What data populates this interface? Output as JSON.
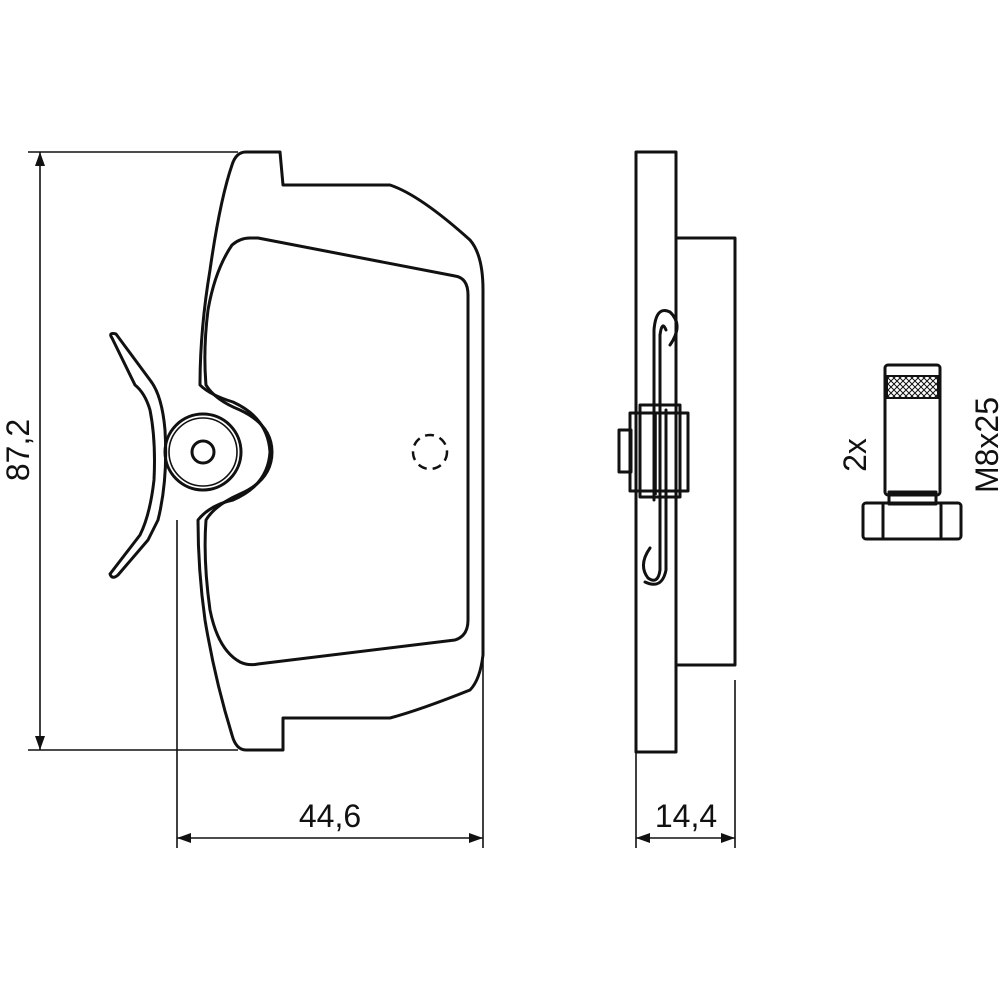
{
  "dimensions": {
    "height": "87,2",
    "width": "44,6",
    "thickness": "14,4"
  },
  "bolt": {
    "quantity": "2x",
    "size": "M8x25"
  }
}
